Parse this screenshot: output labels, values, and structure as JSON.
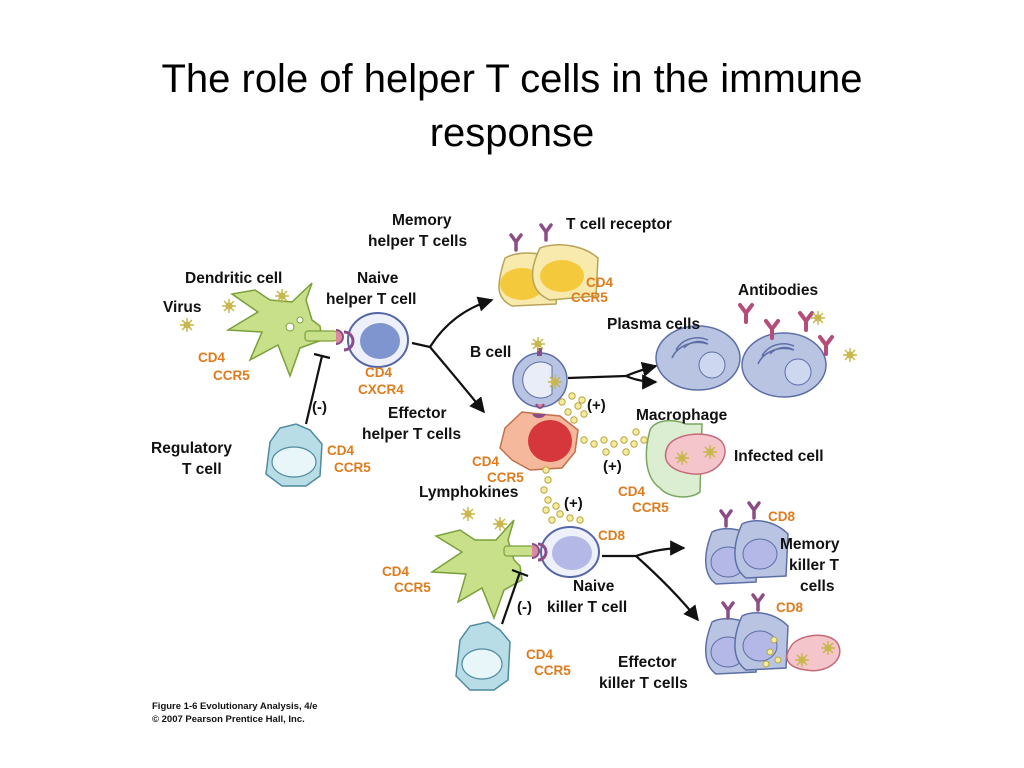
{
  "title": {
    "line1": "The role of helper T cells in the immune",
    "line2": "response"
  },
  "labels": {
    "memory_helper_1": "Memory",
    "memory_helper_2": "helper T cells",
    "t_cell_receptor": "T cell receptor",
    "dendritic_cell": "Dendritic cell",
    "naive_helper_1": "Naive",
    "naive_helper_2": "helper T cell",
    "virus": "Virus",
    "antibodies": "Antibodies",
    "plasma_cells": "Plasma cells",
    "b_cell": "B cell",
    "effector_helper_1": "Effector",
    "effector_helper_2": "helper T cells",
    "macrophage": "Macrophage",
    "infected_cell": "Infected cell",
    "regulatory_1": "Regulatory",
    "regulatory_2": "T cell",
    "lymphokines": "Lymphokines",
    "memory_killer_1": "Memory",
    "memory_killer_2": "killer T",
    "memory_killer_3": "cells",
    "naive_killer_1": "Naive",
    "naive_killer_2": "killer T cell",
    "effector_killer_1": "Effector",
    "effector_killer_2": "killer T cells"
  },
  "markers": {
    "cd4": "CD4",
    "ccr5": "CCR5",
    "cxcr4": "CXCR4",
    "cd8": "CD8"
  },
  "signs": {
    "plus": "(+)",
    "minus": "(-)"
  },
  "caption": {
    "line1": "Figure 1-6  Evolutionary Analysis, 4/e",
    "line2": "© 2007 Pearson Prentice Hall, Inc."
  },
  "colors": {
    "dendritic": "#c8e08a",
    "helper_blue": "#7f95cf",
    "memory_yellow": "#f8e9ad",
    "plasma_blue": "#b9c4e2",
    "regulatory_teal": "#b9dde7",
    "effector_red": "#d6373c",
    "macrophage_green": "#dbeed1",
    "infected_pink": "#f4c6cb",
    "marker_orange": "#e07b1c",
    "receptor_purple": "#8b4d86"
  }
}
